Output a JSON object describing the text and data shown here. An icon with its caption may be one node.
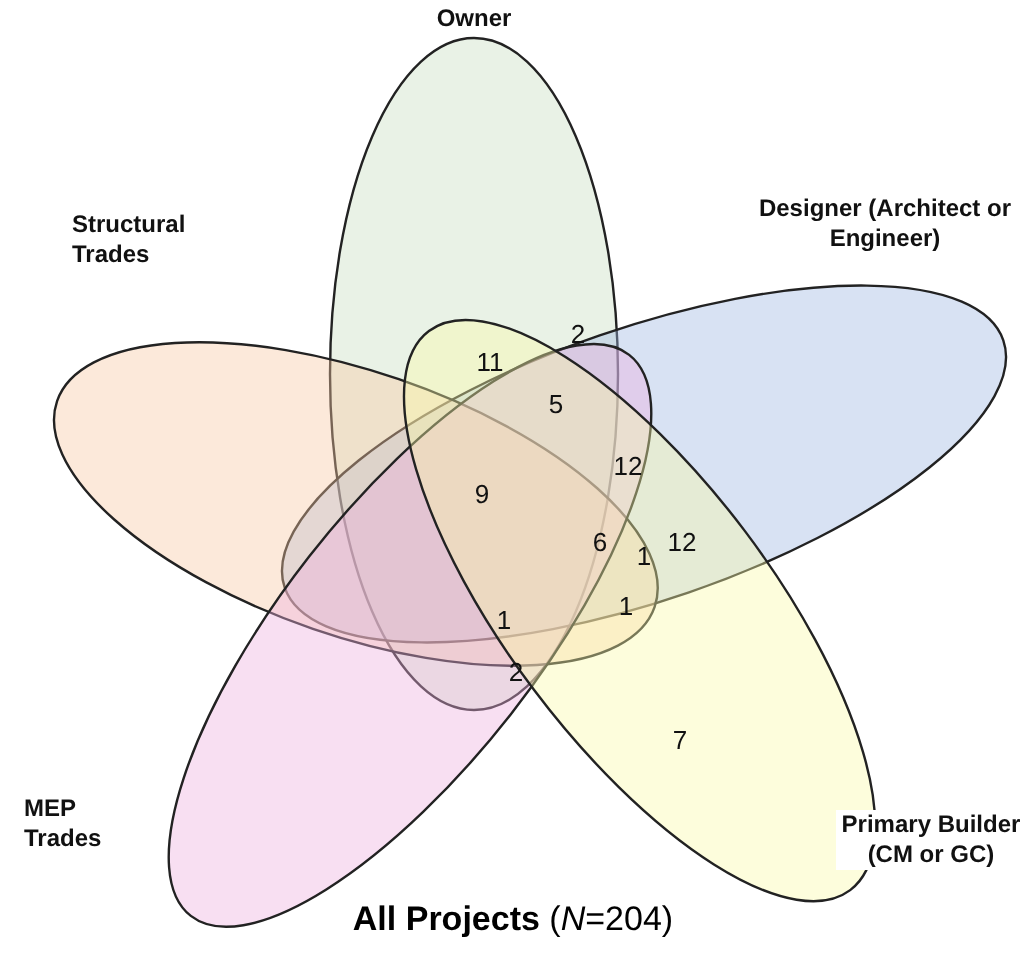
{
  "diagram": {
    "title": "**All Projects** (*N*=204)",
    "nodes": [
      {
        "text": [
          "Owner"
        ]
      },
      {
        "text": [
          "Designer (Architect or Engineer)"
        ]
      },
      {
        "text": [
          "Structural Trades"
        ]
      },
      {
        "text": [
          "MEP Trades"
        ]
      },
      {
        "text": [
          "Primary Builder (CM or GC)"
        ]
      }
    ],
    "edges": [],
    "labels": [
      "2",
      "11",
      "5",
      "12",
      "9",
      "6",
      "1",
      "12",
      "1",
      "1",
      "2",
      "7"
    ]
  }
}
